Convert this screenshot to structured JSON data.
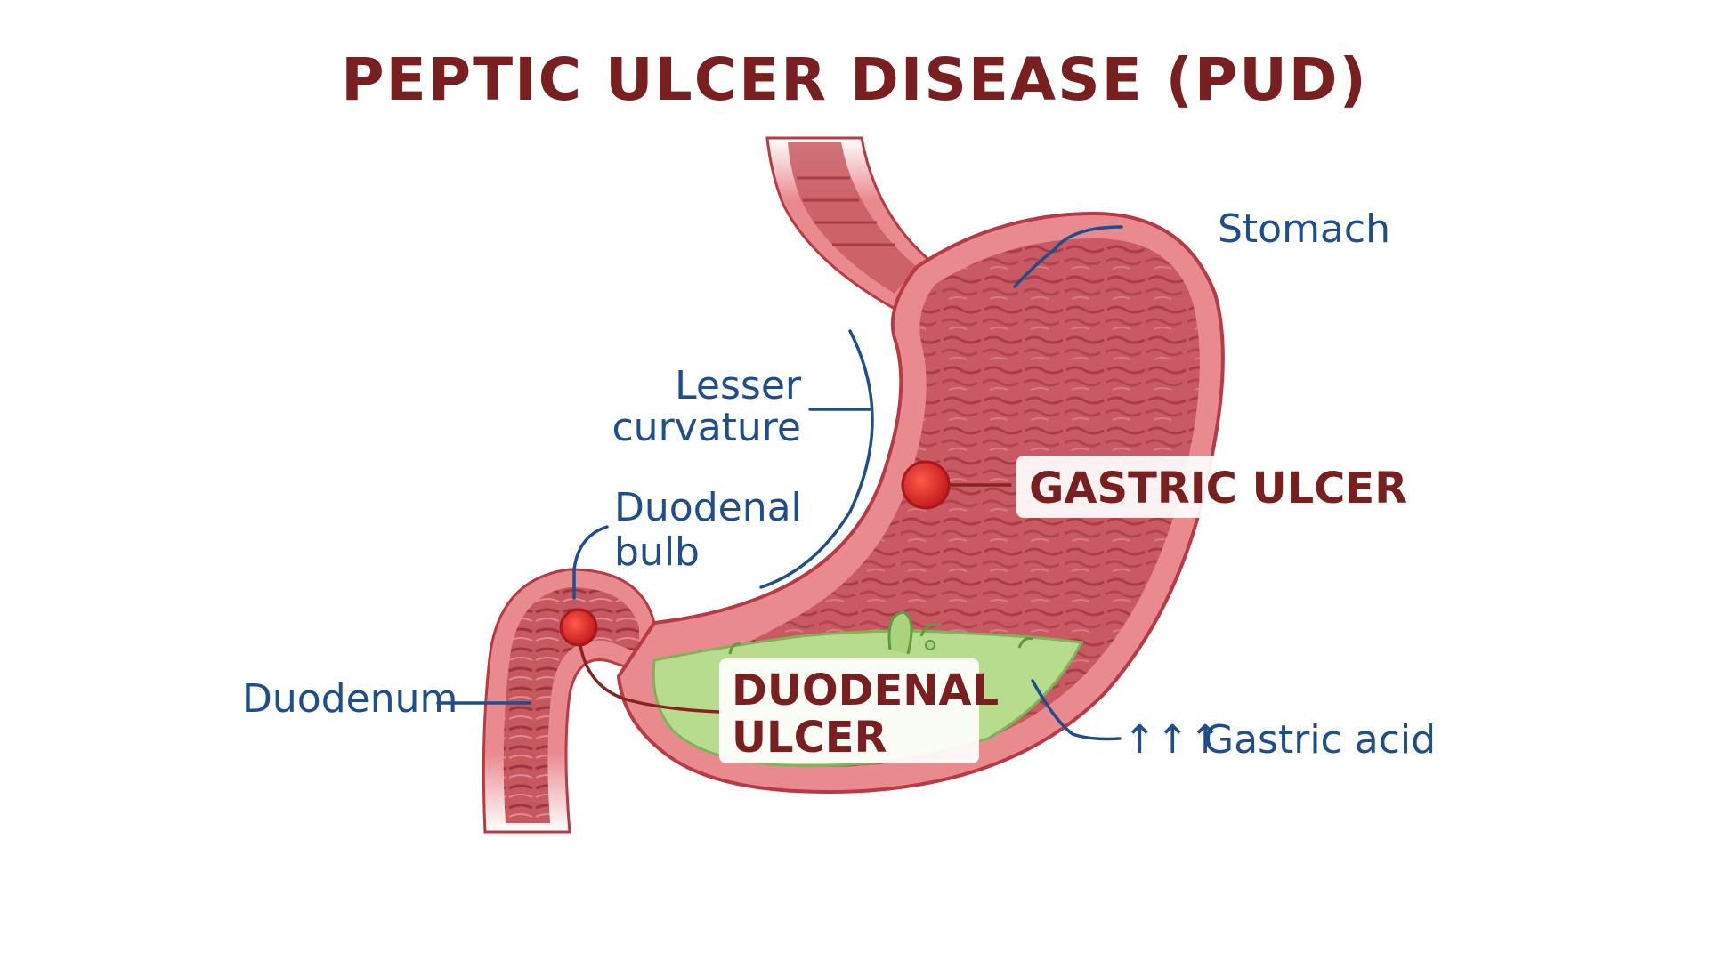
{
  "title": "PEPTIC ULCER DISEASE (PUD)",
  "labels": {
    "stomach": "Stomach",
    "lesser_curvature_line1": "Lesser",
    "lesser_curvature_line2": "curvature",
    "duodenal_bulb_line1": "Duodenal",
    "duodenal_bulb_line2": "bulb",
    "duodenum": "Duodenum",
    "gastric_ulcer": "GASTRIC ULCER",
    "duodenal_ulcer_line1": "DUODENAL",
    "duodenal_ulcer_line2": "ULCER",
    "gastric_acid_arrows": "↑↑↑",
    "gastric_acid": "Gastric acid"
  },
  "colors": {
    "title": "#7a1f1f",
    "label_blue": "#1f4e8c",
    "label_red": "#7a1f1f",
    "stomach_wall": "#e98a8f",
    "stomach_outline": "#b83a45",
    "stomach_lining": "#c95a63",
    "ulcer": "#d42a2a",
    "acid": "#b7dc8e"
  }
}
